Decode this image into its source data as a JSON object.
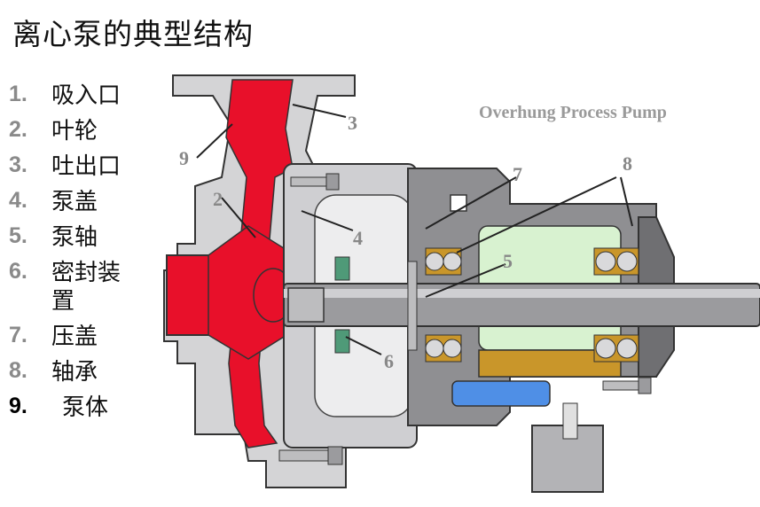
{
  "title": "离心泵的典型结构",
  "subtitle": "Overhung Process Pump",
  "legend": [
    {
      "num": "1.",
      "label": "吸入口"
    },
    {
      "num": "2.",
      "label": "叶轮"
    },
    {
      "num": "3.",
      "label": "吐出口"
    },
    {
      "num": "4.",
      "label": "泵盖"
    },
    {
      "num": "5.",
      "label": "泵轴"
    },
    {
      "num": "6.",
      "label": "密封装置"
    },
    {
      "num": "7.",
      "label": "压盖"
    },
    {
      "num": "8.",
      "label": "轴承"
    },
    {
      "num": "9.",
      "label": "泵体"
    }
  ],
  "callouts": {
    "c2": "2",
    "c3": "3",
    "c4": "4",
    "c5": "5",
    "c6": "6",
    "c7": "7",
    "c8": "8",
    "c9": "9"
  },
  "colors": {
    "pump_red": "#e8102a",
    "casing_gray": "#d4d4d6",
    "bearing_housing_gray": "#8f8f92",
    "oil_green": "#d8f2d0",
    "oil_gold": "#c9962a",
    "coolant_blue": "#4f8fe6"
  }
}
